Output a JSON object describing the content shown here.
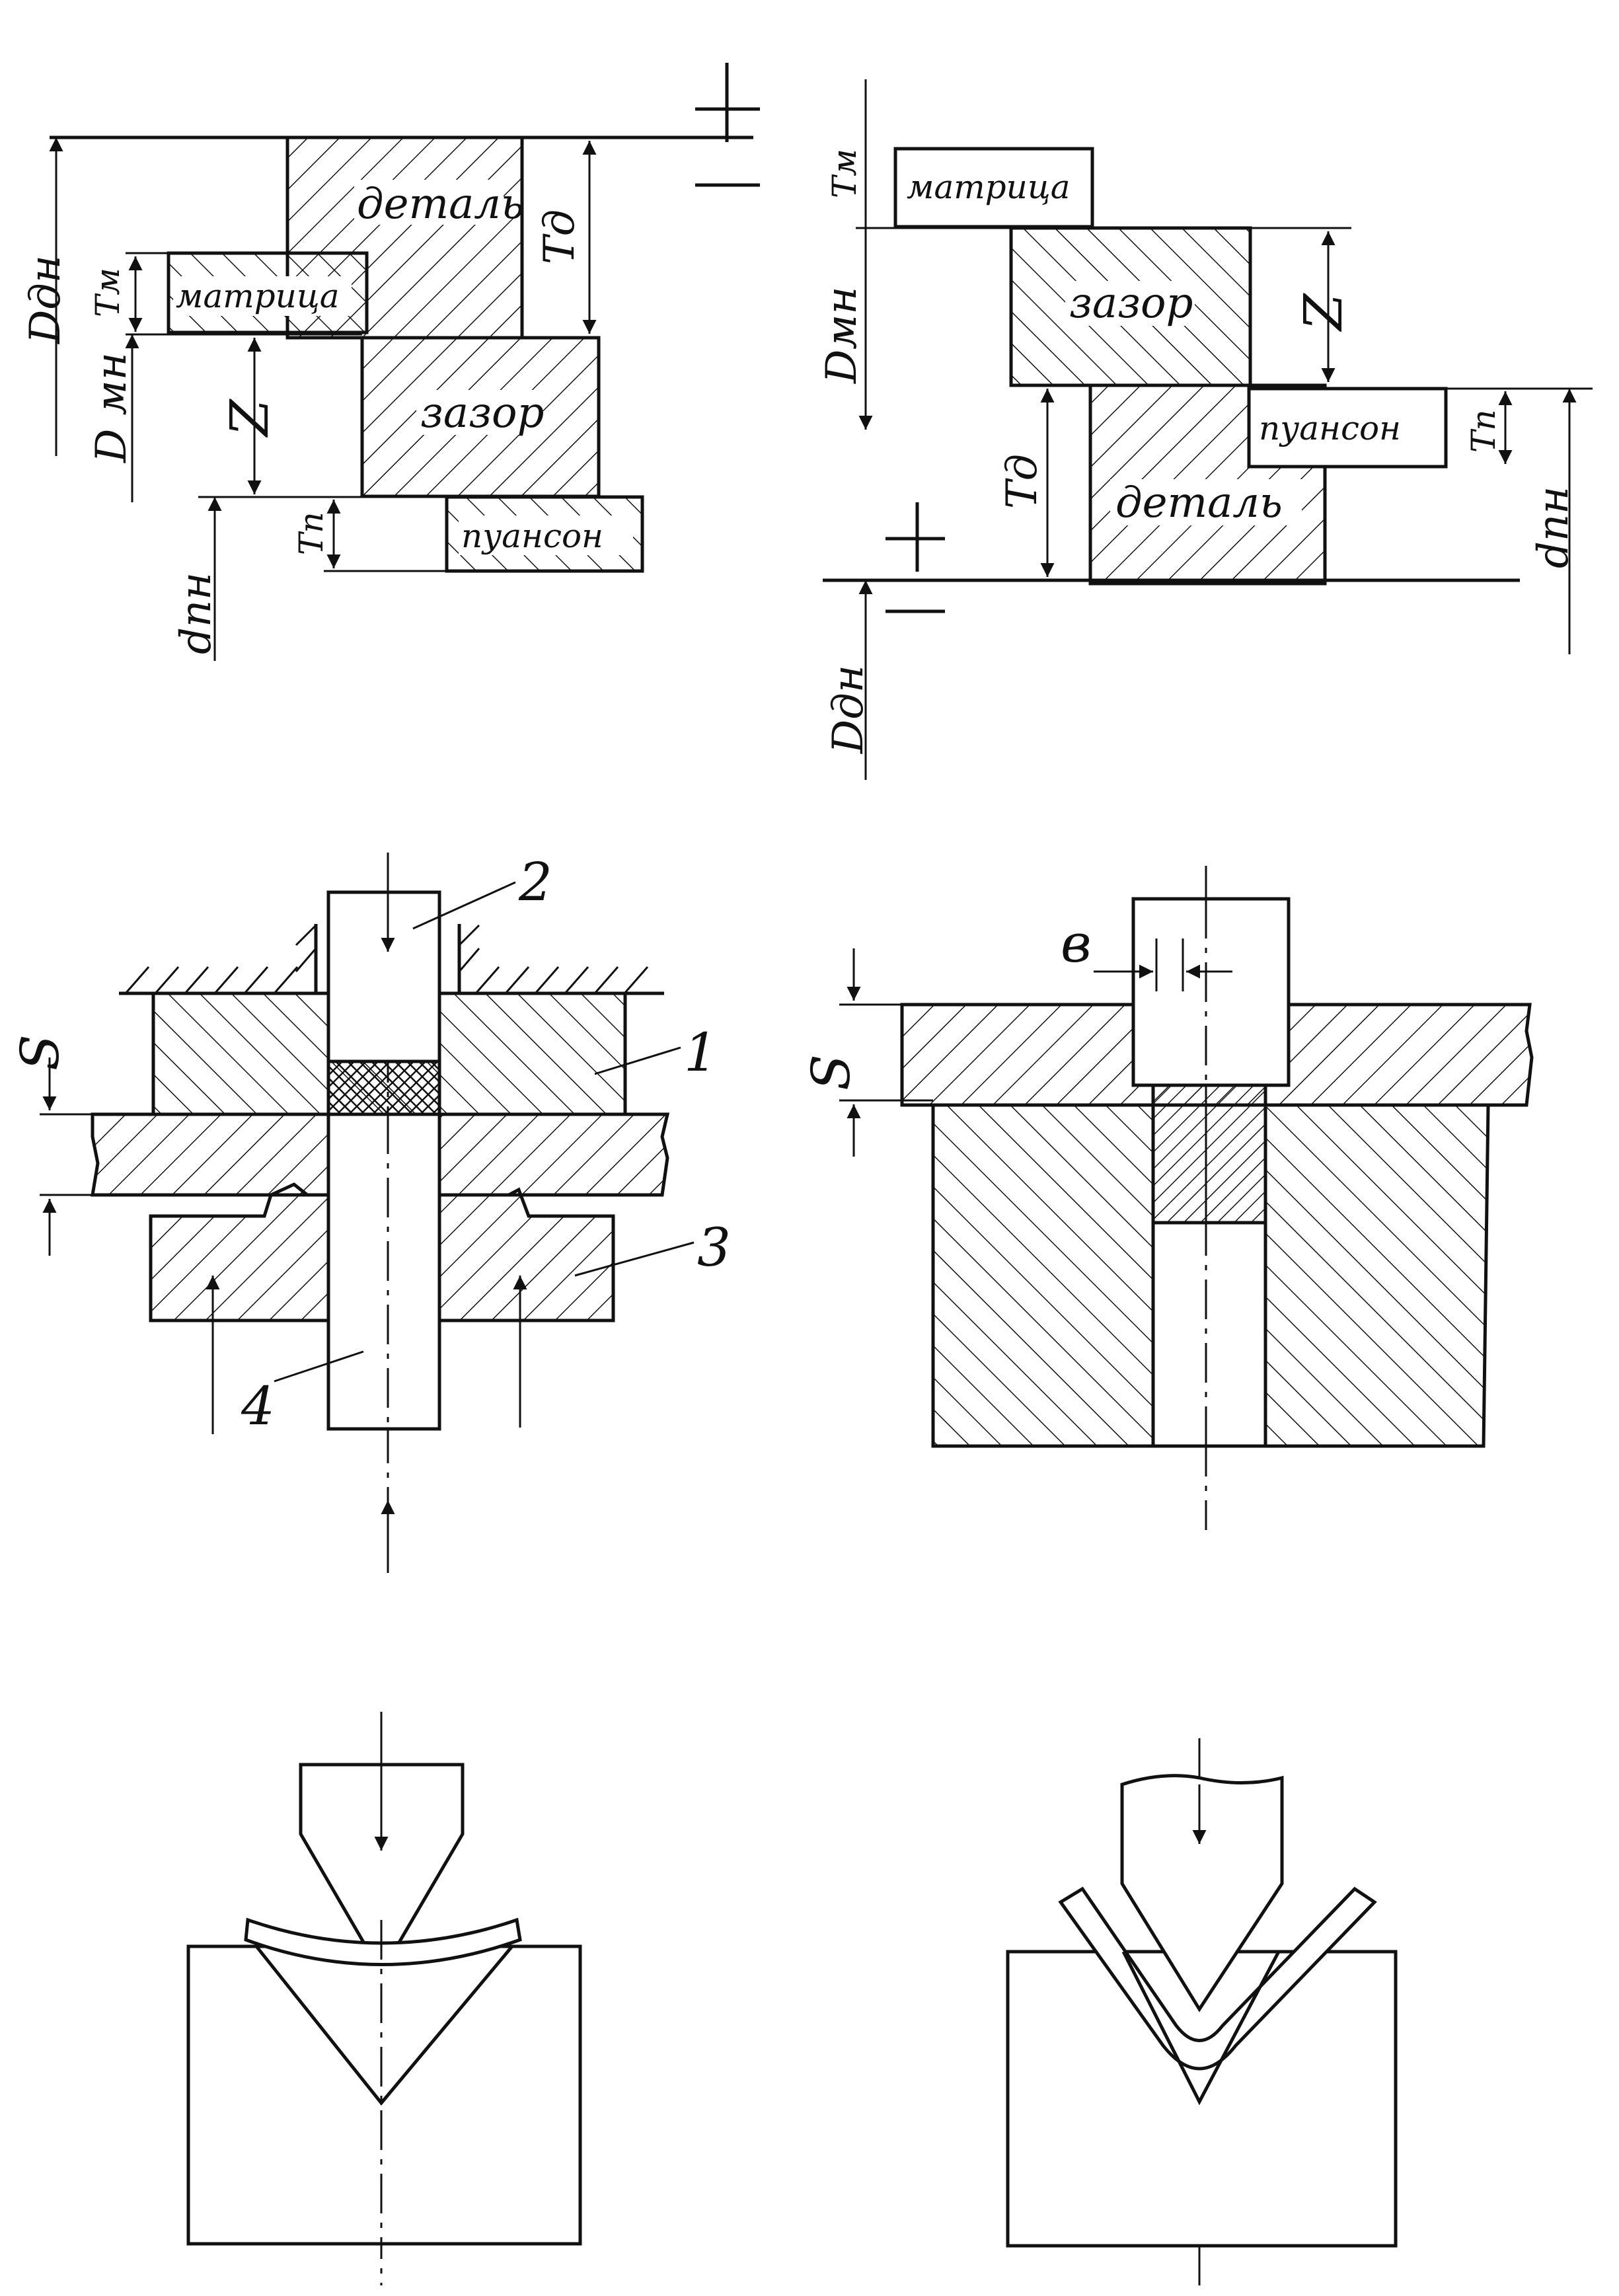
{
  "diagram1": {
    "part_label": "деталь",
    "die_label": "матрица",
    "gap_label": "зазор",
    "punch_label": "пуансон",
    "plus": "+",
    "minus": "—",
    "dim_Ddn": "Dдн",
    "dim_Dmn": "D мн",
    "dim_Tm": "Tм",
    "dim_Z": "Z",
    "dim_Td": "Tд",
    "dim_Tp": "Tп",
    "dim_dpn": "dпн"
  },
  "diagram2": {
    "die_label": "матрица",
    "gap_label": "зазор",
    "punch_label": "пуансон",
    "part_label": "деталь",
    "plus": "+",
    "minus": "—",
    "dim_Tm": "Tм",
    "dim_Dmn": "Dмн",
    "dim_Z": "Z",
    "dim_Tp": "Tп",
    "dim_Td": "Tд",
    "dim_dpn": "dпн",
    "dim_Ddn": "Dдн"
  },
  "diagram3": {
    "num1": "1",
    "num2": "2",
    "num3": "3",
    "num4": "4",
    "dim_S": "S"
  },
  "diagram4": {
    "dim_b": "в",
    "dim_S": "S"
  },
  "colors": {
    "line": "#111111",
    "background": "#ffffff"
  }
}
